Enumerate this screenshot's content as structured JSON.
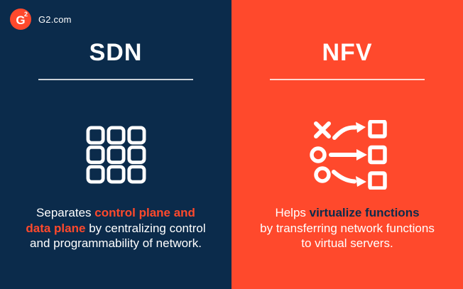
{
  "brand": {
    "logo_glyph": "G",
    "logo_superscript": "2",
    "logo_label": "G2.com"
  },
  "colors": {
    "navy": "#0B2B4B",
    "orange": "#FF492C",
    "white": "#FFFFFF",
    "divider": "rgba(255,255,255,0.78)"
  },
  "panels": [
    {
      "title": "SDN",
      "icon": "grid-3x3-icon",
      "description_lines": [
        {
          "segments": [
            {
              "text": "Separates ",
              "highlight": false
            },
            {
              "text": "control plane and",
              "highlight": true
            }
          ]
        },
        {
          "segments": [
            {
              "text": "data plane",
              "highlight": true
            },
            {
              "text": " by centralizing control",
              "highlight": false
            }
          ]
        },
        {
          "segments": [
            {
              "text": "and programmability of network.",
              "highlight": false
            }
          ]
        }
      ]
    },
    {
      "title": "NFV",
      "icon": "workflow-mapping-icon",
      "description_lines": [
        {
          "segments": [
            {
              "text": "Helps ",
              "highlight": false
            },
            {
              "text": "virtualize functions",
              "highlight": true
            }
          ]
        },
        {
          "segments": [
            {
              "text": "by transferring network functions",
              "highlight": false
            }
          ]
        },
        {
          "segments": [
            {
              "text": "to virtual servers.",
              "highlight": false
            }
          ]
        }
      ]
    }
  ]
}
